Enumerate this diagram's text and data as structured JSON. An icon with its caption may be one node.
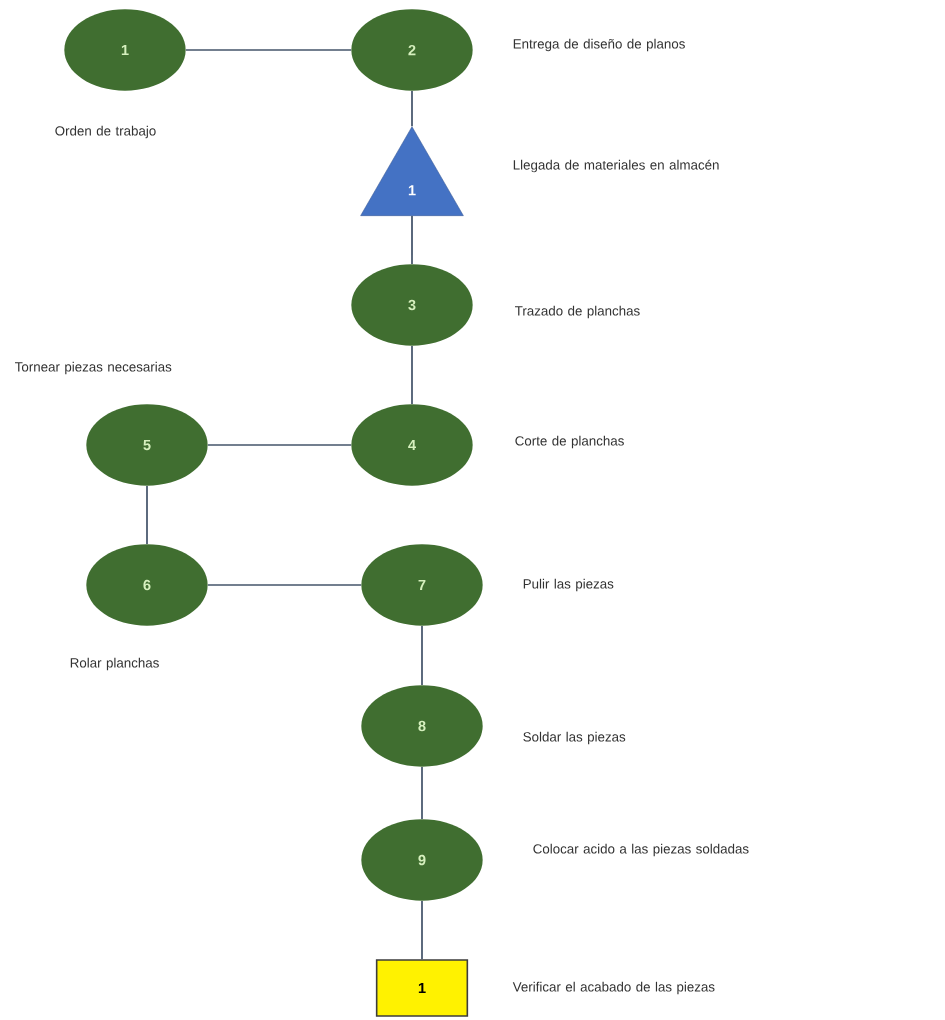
{
  "diagram": {
    "nodes": [
      {
        "text": [
          "1"
        ],
        "beside": [
          "Orden de trabajo"
        ]
      },
      {
        "text": [
          "2"
        ],
        "beside": [
          "Entrega de diseño de planos"
        ]
      },
      {
        "text": [
          "1"
        ],
        "beside": [
          "Llegada de materiales en almacén"
        ]
      },
      {
        "text": [
          "3"
        ],
        "beside": [
          "Trazado de planchas"
        ]
      },
      {
        "text": [
          "4"
        ],
        "beside": [
          "Corte de planchas"
        ]
      },
      {
        "text": [
          "5"
        ],
        "beside": [
          "Tornear piezas necesarias"
        ]
      },
      {
        "text": [
          "6"
        ],
        "beside": [
          "Rolar planchas"
        ]
      },
      {
        "text": [
          "7"
        ],
        "beside": [
          "Pulir las piezas"
        ]
      },
      {
        "text": [
          "8"
        ],
        "beside": [
          "Soldar las piezas"
        ]
      },
      {
        "text": [
          "9"
        ],
        "beside": [
          "Colocar acido a las piezas soldadas"
        ]
      },
      {
        "text": [
          "1"
        ],
        "beside": [
          "Verificar el acabado de las piezas"
        ]
      }
    ],
    "edges": [
      {
        "from": 0,
        "to": 1,
        "arrow": "none"
      },
      {
        "from": 1,
        "to": 2,
        "arrow": "none"
      },
      {
        "from": 2,
        "to": 3,
        "arrow": "none"
      },
      {
        "from": 3,
        "to": 4,
        "arrow": "none"
      },
      {
        "from": 4,
        "to": 5,
        "arrow": "none"
      },
      {
        "from": 5,
        "to": 6,
        "arrow": "none"
      },
      {
        "from": 6,
        "to": 7,
        "arrow": "none"
      },
      {
        "from": 7,
        "to": 8,
        "arrow": "none"
      },
      {
        "from": 8,
        "to": 9,
        "arrow": "none"
      },
      {
        "from": 9,
        "to": 10,
        "arrow": "none"
      }
    ]
  }
}
